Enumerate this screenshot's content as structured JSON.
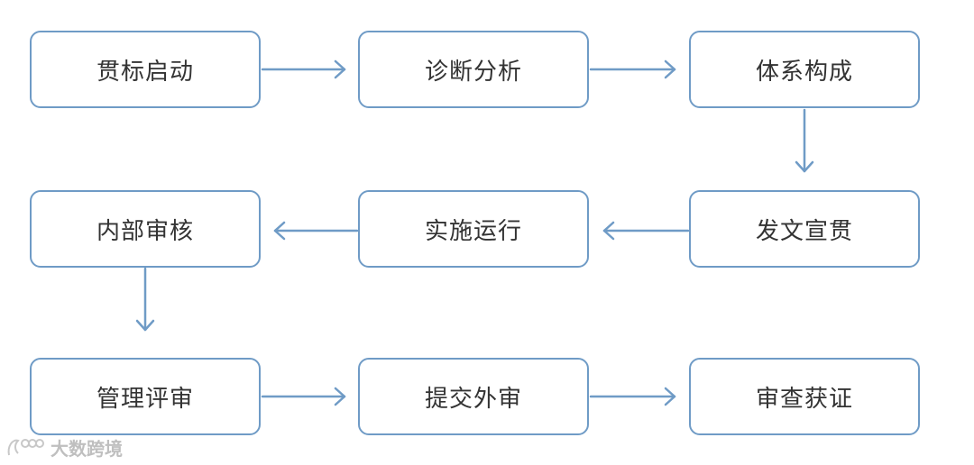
{
  "nodes": {
    "n1": "贯标启动",
    "n2": "诊断分析",
    "n3": "体系构成",
    "n4": "发文宣贯",
    "n5": "实施运行",
    "n6": "内部审核",
    "n7": "管理评审",
    "n8": "提交外审",
    "n9": "审查获证"
  },
  "watermark": {
    "text": "大数跨境"
  },
  "colors": {
    "border": "#6f9bc6",
    "arrow": "#6f9bc6",
    "text": "#333333"
  }
}
